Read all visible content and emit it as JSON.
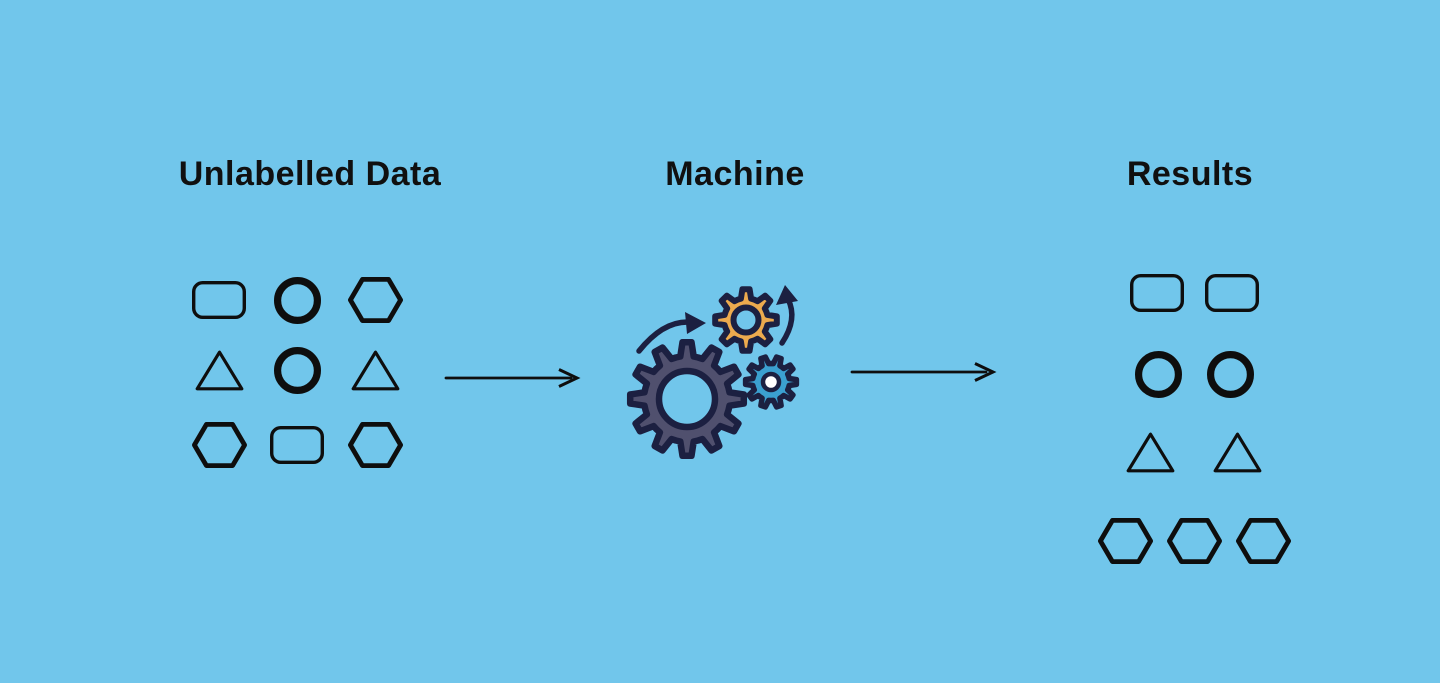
{
  "colors": {
    "background": "#71c6eb",
    "shape_stroke": "#0e0e0e",
    "heading_text": "#101010",
    "arrow_color": "#0e0e0e",
    "gear_outline": "#1c2041",
    "large_gear_fill": "#50506e",
    "top_gear_fill": "#ecaa4e",
    "right_gear_fill": "#3ba0d0",
    "right_gear_center": "#ffffff"
  },
  "unlabelled_data": {
    "title": "Unlabelled Data",
    "grid": [
      [
        "rounded-rect",
        "circle",
        "hexagon"
      ],
      [
        "triangle",
        "circle",
        "triangle"
      ],
      [
        "hexagon",
        "rounded-rect",
        "hexagon"
      ]
    ]
  },
  "machine": {
    "title": "Machine",
    "icon": "gears-icon",
    "gears": [
      "large-gear",
      "top-orange-gear",
      "right-blue-gear"
    ],
    "rotation_arrows": [
      "rotate-arrow-left",
      "rotate-arrow-right"
    ]
  },
  "results": {
    "title": "Results",
    "groups": [
      {
        "shape": "rounded-rect",
        "count": 2
      },
      {
        "shape": "circle",
        "count": 2
      },
      {
        "shape": "triangle",
        "count": 2
      },
      {
        "shape": "hexagon",
        "count": 3
      }
    ]
  },
  "flow": {
    "left_arrow": "right-arrow-icon",
    "right_arrow": "right-arrow-icon"
  }
}
